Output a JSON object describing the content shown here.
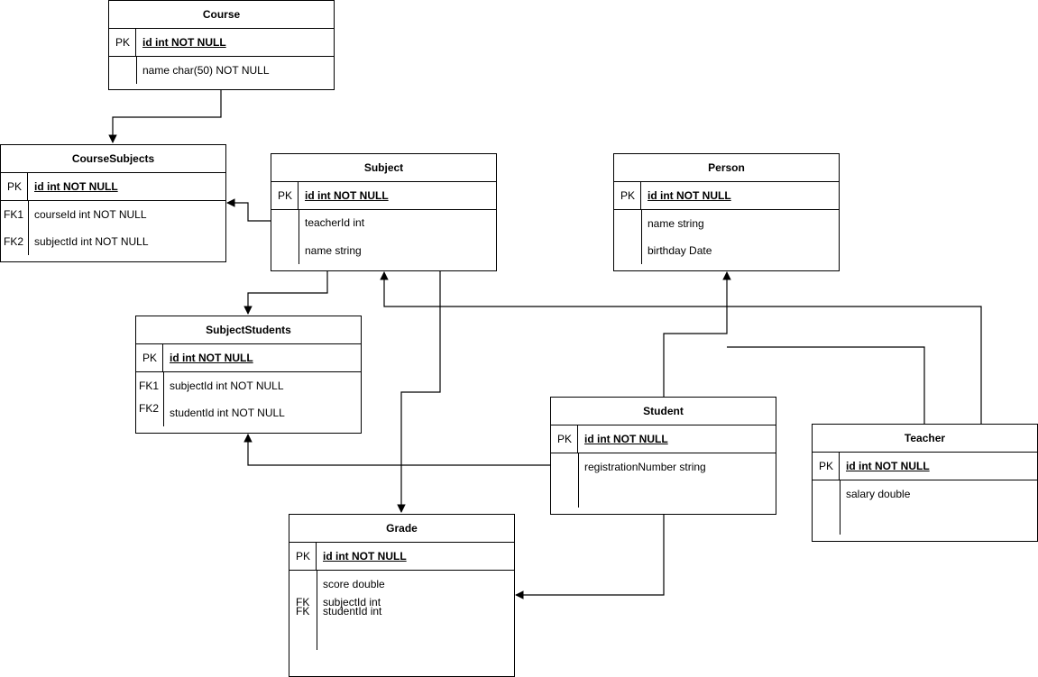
{
  "entities": {
    "course": {
      "title": "Course",
      "pk_key": "PK",
      "pk_field": "id int NOT NULL",
      "fields": [
        "name char(50) NOT NULL"
      ]
    },
    "course_subjects": {
      "title": "CourseSubjects",
      "pk_key": "PK",
      "pk_field": "id int NOT NULL",
      "fk_keys": [
        "FK1",
        "FK2"
      ],
      "fields": [
        "courseId int NOT NULL",
        "subjectId int NOT NULL"
      ]
    },
    "subject": {
      "title": "Subject",
      "pk_key": "PK",
      "pk_field": "id int NOT NULL",
      "fields": [
        "teacherId int",
        "name string"
      ]
    },
    "person": {
      "title": "Person",
      "pk_key": "PK",
      "pk_field": "id int NOT NULL",
      "fields": [
        "name string",
        "birthday Date"
      ]
    },
    "subject_students": {
      "title": "SubjectStudents",
      "pk_key": "PK",
      "pk_field": "id int NOT NULL",
      "fk_keys": [
        "FK1",
        "FK2"
      ],
      "fields": [
        "subjectId int NOT NULL",
        "studentId int NOT NULL"
      ]
    },
    "student": {
      "title": "Student",
      "pk_key": "PK",
      "pk_field": "id int NOT NULL",
      "fields": [
        "registrationNumber string"
      ]
    },
    "teacher": {
      "title": "Teacher",
      "pk_key": "PK",
      "pk_field": "id int NOT NULL",
      "fields": [
        "salary double"
      ]
    },
    "grade": {
      "title": "Grade",
      "pk_key": "PK",
      "pk_field": "id int NOT NULL",
      "fk_keys": [
        "FK",
        "FK"
      ],
      "fields": [
        "score double",
        "subjectId int",
        "studentId int"
      ]
    }
  }
}
